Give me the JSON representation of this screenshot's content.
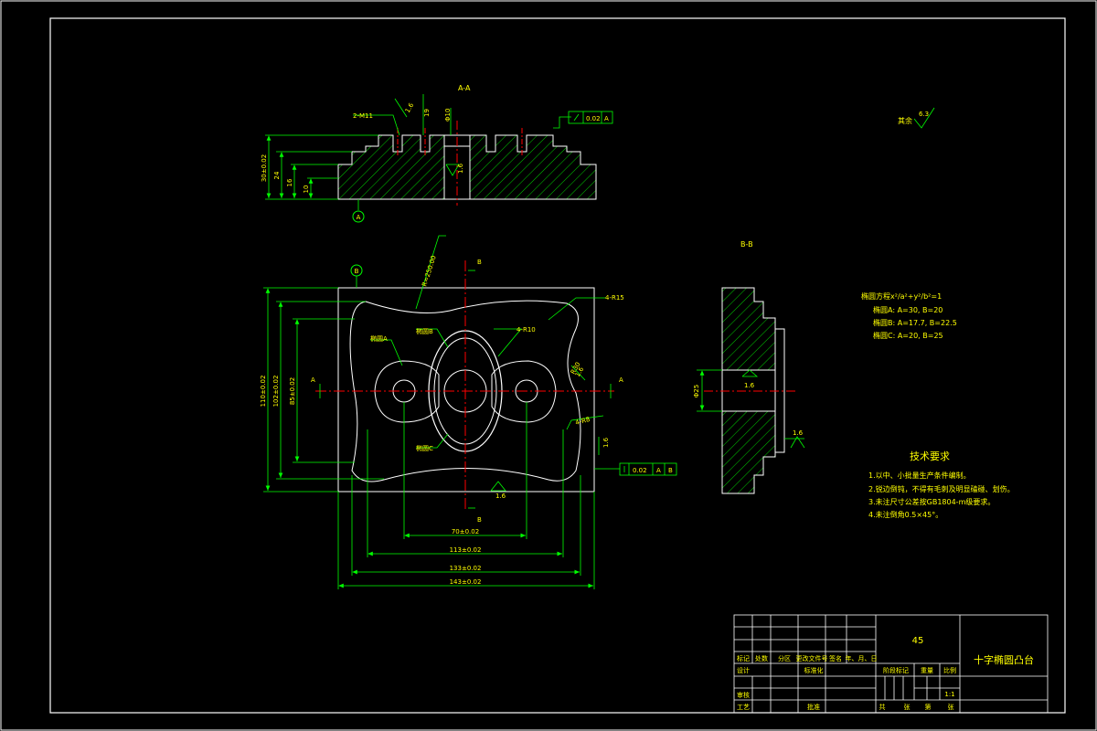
{
  "colors": {
    "background": "#000000",
    "frame": "#ffffff",
    "geometry": "#ffffff",
    "dimension": "#00ff00",
    "centerline": "#ff0000",
    "hatch": "#00ff00",
    "text": "#ffff00"
  },
  "views": {
    "section_aa": {
      "title": "A-A",
      "label_2m": "2-M11",
      "label_depth": "19",
      "label_phi": "Φ10",
      "flatness_value": "0.02",
      "flatness_datum": "A",
      "dim_h1": "30±0.02",
      "dim_h2": "24",
      "dim_h3": "16",
      "dim_h4": "10",
      "datum": "A",
      "roughness_1": "1.6",
      "roughness_2": "1.6"
    },
    "plan": {
      "datum": "B",
      "label_r250": "R=250.00",
      "label_ellipse_b": "椭圆B",
      "label_ellipse_a": "椭圆A",
      "label_ellipse_c": "椭圆C",
      "label_r15": "4-R15",
      "label_r10": "4-R10",
      "label_r30": "R30",
      "label_r8": "4-R8",
      "mark_a_left": "A",
      "mark_a_right": "A",
      "mark_b_top": "B",
      "mark_b_bottom": "B",
      "dim_v1": "110±0.02",
      "dim_v2": "102±0.02",
      "dim_v3": "85±0.02",
      "dim_h1": "70±0.02",
      "dim_h2": "113±0.02",
      "dim_h3": "133±0.02",
      "dim_h4": "143±0.02",
      "roughness_1": "1.6",
      "roughness_2": "1.6",
      "roughness_3": "1.6",
      "perp_value": "0.02",
      "perp_datum_1": "A",
      "perp_datum_2": "B"
    },
    "section_bb": {
      "title": "B-B",
      "dim_phi": "Φ25",
      "roughness_1": "1.6",
      "roughness_2": "1.6"
    }
  },
  "ellipse_notes": [
    "椭圆方程x²/a²+y²/b²=1",
    "椭圆A: A=30, B=20",
    "椭圆B: A=17.7, B=22.5",
    "椭圆C: A=20, B=25"
  ],
  "roughness_other": {
    "label": "其余",
    "value": "6.3"
  },
  "tech_requirements": {
    "title": "技术要求",
    "items": [
      "1.以中、小批量生产条件编制。",
      "2.锐边倒钝，不得有毛刺及明显磕碰、划伤。",
      "3.未注尺寸公差按GB1804-m级要求。",
      "4.未注倒角0.5×45°。"
    ]
  },
  "title_block": {
    "material": "45",
    "part_name": "十字椭圆凸台",
    "labels": {
      "mark": "标记",
      "count": "处数",
      "zone": "分区",
      "change_doc": "更改文件号",
      "signature": "签名",
      "date": "年、月、日",
      "design": "设计",
      "standardize": "标准化",
      "review": "审核",
      "process": "工艺",
      "approve": "批准",
      "stage_mark": "阶段标记",
      "weight": "重量",
      "scale": "比例",
      "scale_value": "1:1",
      "sheets": "共",
      "zhang": "张",
      "sheet_no": "第",
      "zhang2": "张"
    }
  }
}
